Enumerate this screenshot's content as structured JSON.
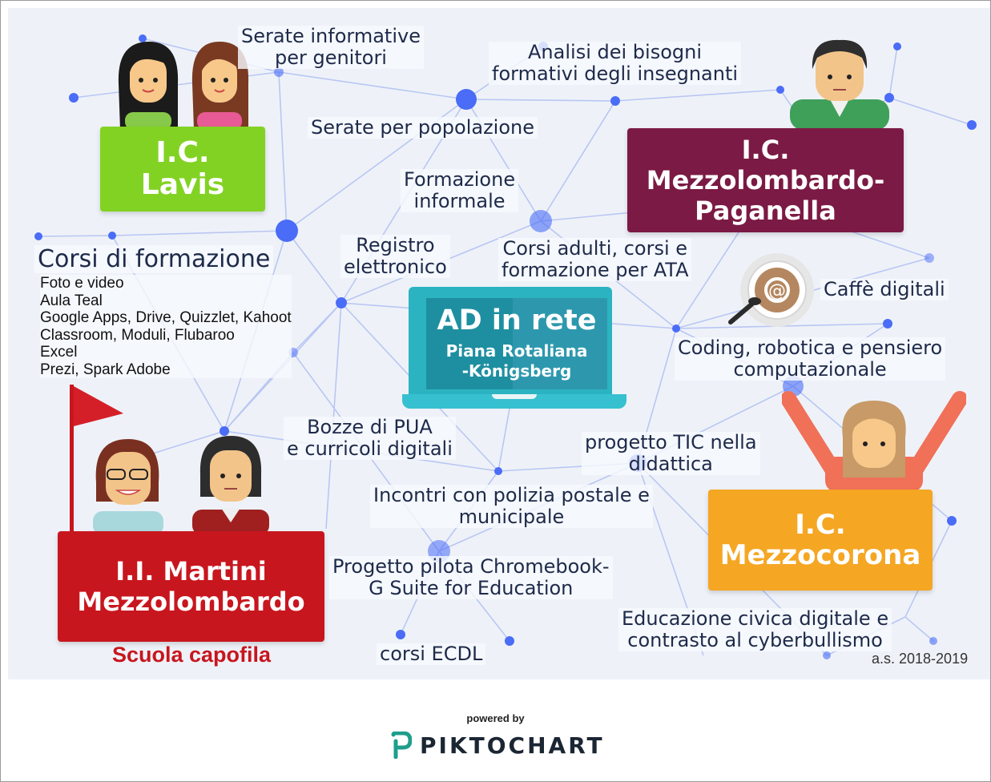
{
  "nodes": {
    "lavis": "I.C.\nLavis",
    "mezzolombardo_paganella": "I.C.\nMezzolombardo-\nPaganella",
    "martini": "I.I. Martini\nMezzolombardo",
    "mezzocorona": "I.C.\nMezzocorona",
    "capofila": "Scuola capofila"
  },
  "center": {
    "title": "AD in rete",
    "subtitle": "Piana Rotaliana\n-Königsberg"
  },
  "labels": {
    "serate_genitori": "Serate informative\nper genitori",
    "analisi": "Analisi dei bisogni\nformativi degli insegnanti",
    "serate_popolazione": "Serate per popolazione",
    "formazione_informale": "Formazione\ninformale",
    "registro": "Registro\nelettronico",
    "corsi_adulti": "Corsi adulti, corsi e\nformazione per ATA",
    "caffe": "Caffè digitali",
    "coding": "Coding, robotica e pensiero\ncomputazionale",
    "bozze": "Bozze di PUA\ne curricoli digitali",
    "progetto_tic": "progetto TIC nella\ndidattica",
    "incontri": "Incontri con polizia postale e\nmunicipale",
    "chromebook": "Progetto pilota Chromebook-\nG Suite for Education",
    "educazione": "Educazione civica digitale e\ncontrasto al cyberbullismo",
    "ecdl": "corsi ECDL"
  },
  "corsi": {
    "title": "Corsi di formazione",
    "items": [
      "Foto e video",
      "Aula Teal",
      "Google Apps, Drive, Quizzlet, Kahoot",
      "Classroom, Moduli, Flubaroo",
      "Excel",
      "Prezi, Spark Adobe"
    ]
  },
  "year": "a.s. 2018-2019",
  "footer": {
    "powered": "powered by",
    "brand": "PIKTOCHART"
  },
  "icons": {
    "cafe": "coffee-cup-at-icon",
    "flag": "flag-icon",
    "laptop": "laptop-icon"
  },
  "colors": {
    "lavis": "#82d223",
    "mezzolombardo": "#7b1a44",
    "martini": "#c8161e",
    "mezzocorona": "#f5a623",
    "network": "#4a6cf7",
    "laptop": "#2bb3c2"
  }
}
